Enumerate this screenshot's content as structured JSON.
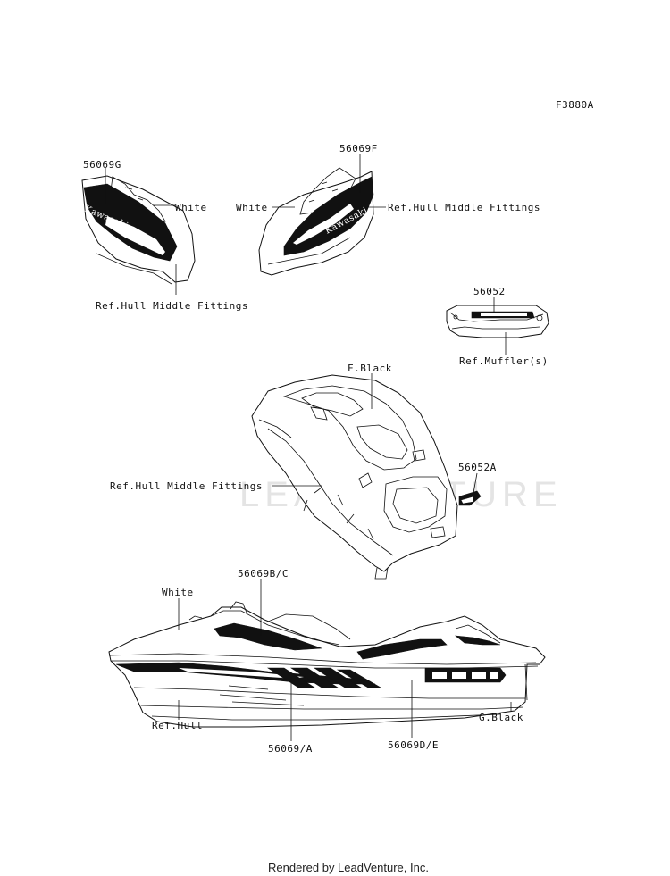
{
  "figure_code": "F3880A",
  "labels": {
    "p_56069g": "56069G",
    "white_left": "White",
    "ref_hull_mid_left": "Ref.Hull Middle Fittings",
    "p_56069f": "56069F",
    "white_right": "White",
    "ref_hull_mid_right": "Ref.Hull Middle Fittings",
    "p_56052": "56052",
    "ref_muffler": "Ref.Muffler(s)",
    "f_black": "F.Black",
    "p_56052a": "56052A",
    "ref_hull_mid_center": "Ref.Hull Middle Fittings",
    "p_56069bc": "56069B/C",
    "white_hull": "White",
    "ref_hull": "Ref.Hull",
    "p_56069a": "56069/A",
    "p_56069de": "56069D/E",
    "g_black": "G.Black"
  },
  "decal_text": {
    "brand_left": "Kawasaki",
    "brand_right": "Kawasaki"
  },
  "watermark": "LEADVENTURE",
  "footer": "Rendered by LeadVenture, Inc."
}
